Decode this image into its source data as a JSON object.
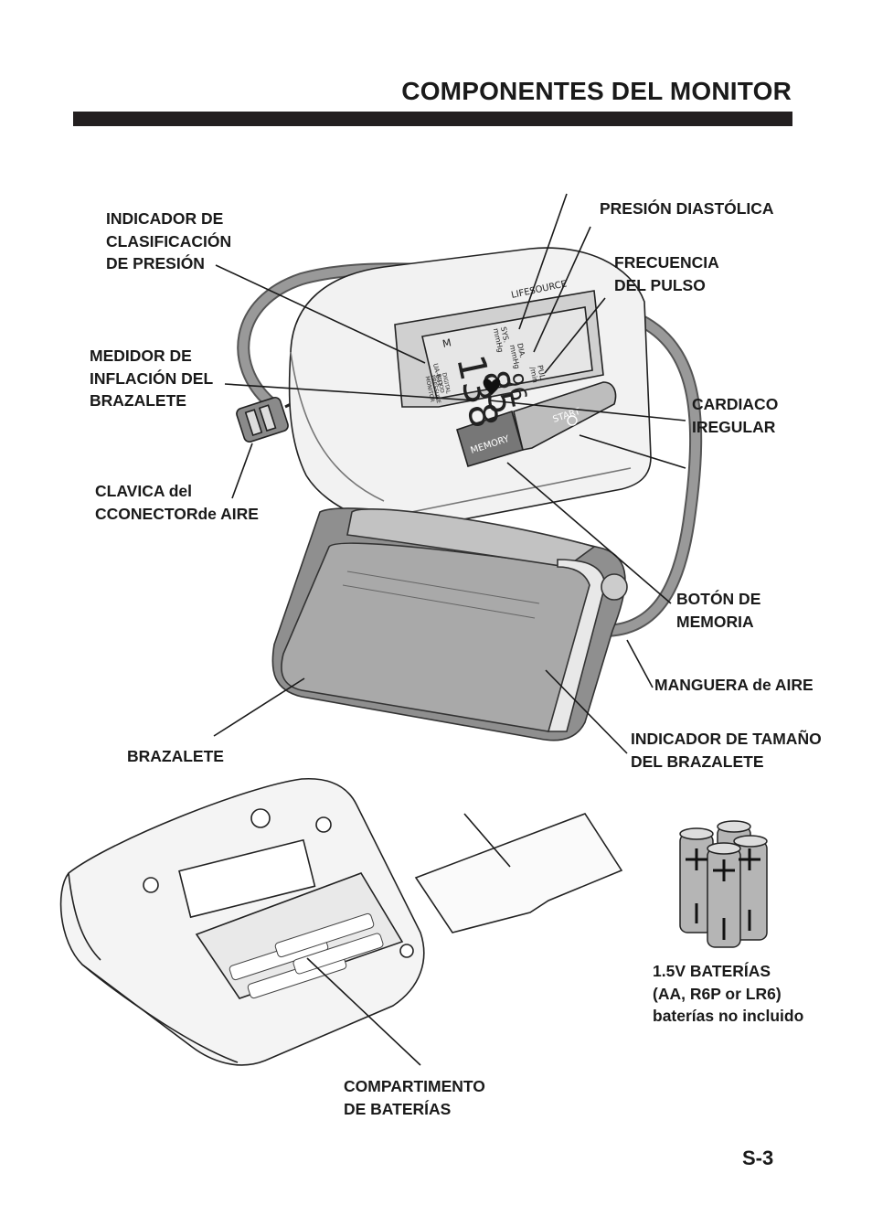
{
  "page": {
    "title": "COMPONENTES DEL MONITOR",
    "page_number": "S-3"
  },
  "labels": {
    "pressure_indicator": "INDICADOR DE\nCLASIFICACIÓN\nDE PRESIÓN",
    "inflation_meter": "MEDIDOR DE\nINFLACIÓN DEL\nBRAZALETE",
    "air_connector": "CLAVICA del\nCCONECTORde AIRE",
    "diastolic": "PRESIÓN DIASTÓLICA",
    "pulse": "FRECUENCIA\nDEL PULSO",
    "irregular": "CARDIACO\nIREGULAR",
    "memory_button": "BOTÓN DE\nMEMORIA",
    "air_hose": "MANGUERA de AIRE",
    "cuff_size": "INDICADOR DE TAMAÑO\nDEL BRAZALETE",
    "cuff": "BRAZALETE",
    "batteries": "1.5V BATERÍAS\n(AA, R6P or LR6)\nbaterías no incluido",
    "battery_compartment": "COMPARTIMENTO\nDE BATERÍAS"
  },
  "device": {
    "brand": "LIFESOURCE",
    "model": "UA-631",
    "display_caption": "DIGITAL\nBLOOD\nPRESSURE\nMONITOR",
    "sys_value": "138",
    "dia_value": "85",
    "pulse_value": "96",
    "sys_unit": "SYS.\nmmHg",
    "dia_unit": "DIA.\nmmHg",
    "pul_unit": "PUL.\n/min",
    "memory_mark": "M",
    "memory_button": "MEMORY",
    "start_button": "START"
  }
}
